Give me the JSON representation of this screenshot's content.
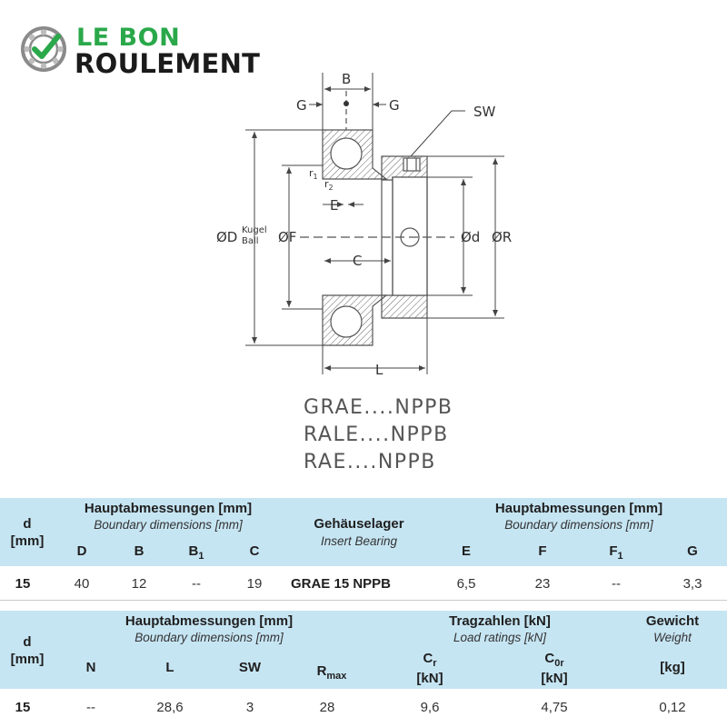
{
  "logo": {
    "line1": "LE BON",
    "line2": "ROULEMENT",
    "green": "#2aa84a",
    "icon": "bearing-check-icon"
  },
  "drawing_labels": {
    "B": "B",
    "G_left": "G",
    "G_right": "G",
    "SW": "SW",
    "r1": "r",
    "r1_sub": "1",
    "r2": "r",
    "r2_sub": "2",
    "E": "E",
    "C": "C",
    "L": "L",
    "D": "ØD",
    "kugel": "Kugel",
    "ball": "Ball",
    "F": "ØF",
    "d": "Ød",
    "R": "ØR"
  },
  "series": [
    "GRAE....NPPB",
    "RALE....NPPB",
    "RAE....NPPB"
  ],
  "table1": {
    "d_label": "d",
    "mm_label": "[mm]",
    "left_group": {
      "title": "Hauptabmessungen [mm]",
      "subtitle": "Boundary dimensions [mm]"
    },
    "insert": {
      "title": "Gehäuselager",
      "subtitle": "Insert Bearing"
    },
    "right_group": {
      "title": "Hauptabmessungen [mm]",
      "subtitle": "Boundary dimensions [mm]"
    },
    "cols": {
      "D": "D",
      "B": "B",
      "B1": "B",
      "B1_sub": "1",
      "C": "C",
      "E": "E",
      "F": "F",
      "F1": "F",
      "F1_sub": "1",
      "G": "G"
    },
    "row": {
      "d": "15",
      "D": "40",
      "B": "12",
      "B1": "--",
      "C": "19",
      "name": "GRAE 15 NPPB",
      "E": "6,5",
      "F": "23",
      "F1": "--",
      "G": "3,3"
    }
  },
  "table2": {
    "d_label": "d",
    "mm_label": "[mm]",
    "group": {
      "title": "Hauptabmessungen [mm]",
      "subtitle": "Boundary dimensions [mm]"
    },
    "ratings": {
      "title": "Tragzahlen [kN]",
      "subtitle": "Load ratings [kN]"
    },
    "weight": {
      "title": "Gewicht",
      "subtitle": "Weight"
    },
    "cols": {
      "N": "N",
      "L": "L",
      "SW": "SW",
      "Rmax": "R",
      "Rmax_sub": "max",
      "Cr": "C",
      "Cr_sub": "r",
      "Cr_unit": "[kN]",
      "C0r": "C",
      "C0r_sub": "0r",
      "C0r_unit": "[kN]",
      "kg": "[kg]"
    },
    "row": {
      "d": "15",
      "N": "--",
      "L": "28,6",
      "SW": "3",
      "Rmax": "28",
      "Cr": "9,6",
      "C0r": "4,75",
      "kg": "0,12"
    }
  },
  "colors": {
    "header_band": "#c6e5f3",
    "line": "#555555"
  }
}
